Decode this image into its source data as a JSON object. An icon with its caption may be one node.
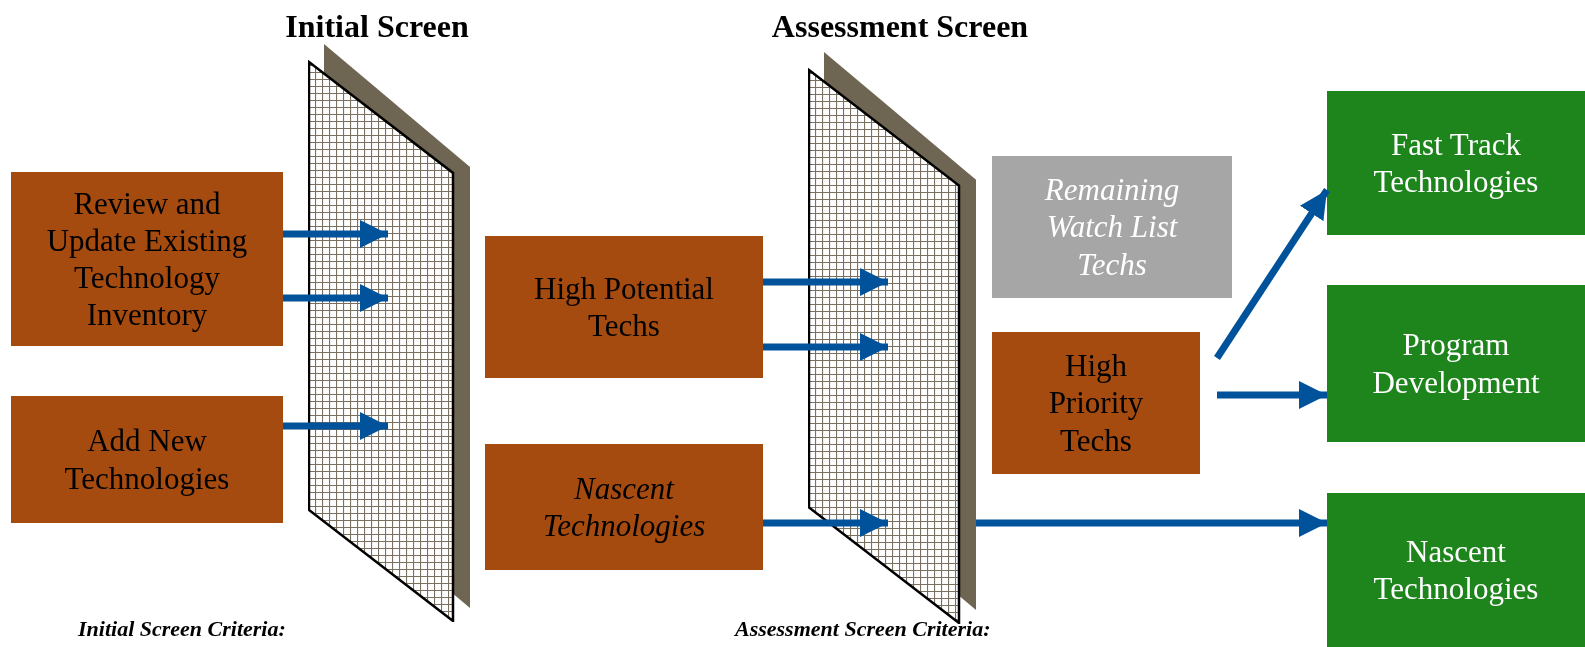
{
  "diagram": {
    "nodes": [
      {
        "text": [
          "Initial Screen"
        ]
      },
      {
        "text": [
          "Assessment Screen"
        ]
      },
      {
        "text": [
          "Review and Update Existing Technology Inventory"
        ]
      },
      {
        "text": [
          "Add New Technologies"
        ]
      },
      {
        "text": [
          "High Potential Techs"
        ]
      },
      {
        "text": [
          "Nascent Technologies"
        ]
      },
      {
        "text": [
          "Remaining Watch List Techs"
        ]
      },
      {
        "text": [
          "High Priority Techs"
        ]
      },
      {
        "text": [
          "Fast Track Technologies"
        ]
      },
      {
        "text": [
          "Program Development"
        ]
      },
      {
        "text": [
          "Nascent Technologies"
        ]
      }
    ],
    "edges": [
      {
        "from": 2,
        "to": 0,
        "arrow": "to"
      },
      {
        "from": 2,
        "to": 0,
        "arrow": "to"
      },
      {
        "from": 3,
        "to": 0,
        "arrow": "to"
      },
      {
        "from": 4,
        "to": 1,
        "arrow": "to"
      },
      {
        "from": 4,
        "to": 1,
        "arrow": "to"
      },
      {
        "from": 5,
        "to": 1,
        "arrow": "to"
      },
      {
        "from": 1,
        "to": 10,
        "arrow": "to"
      },
      {
        "from": 7,
        "to": 8,
        "arrow": "to"
      },
      {
        "from": 7,
        "to": 9,
        "arrow": "to"
      }
    ],
    "labels": [
      "Initial Screen Criteria:",
      "Assessment Screen Criteria:"
    ]
  }
}
